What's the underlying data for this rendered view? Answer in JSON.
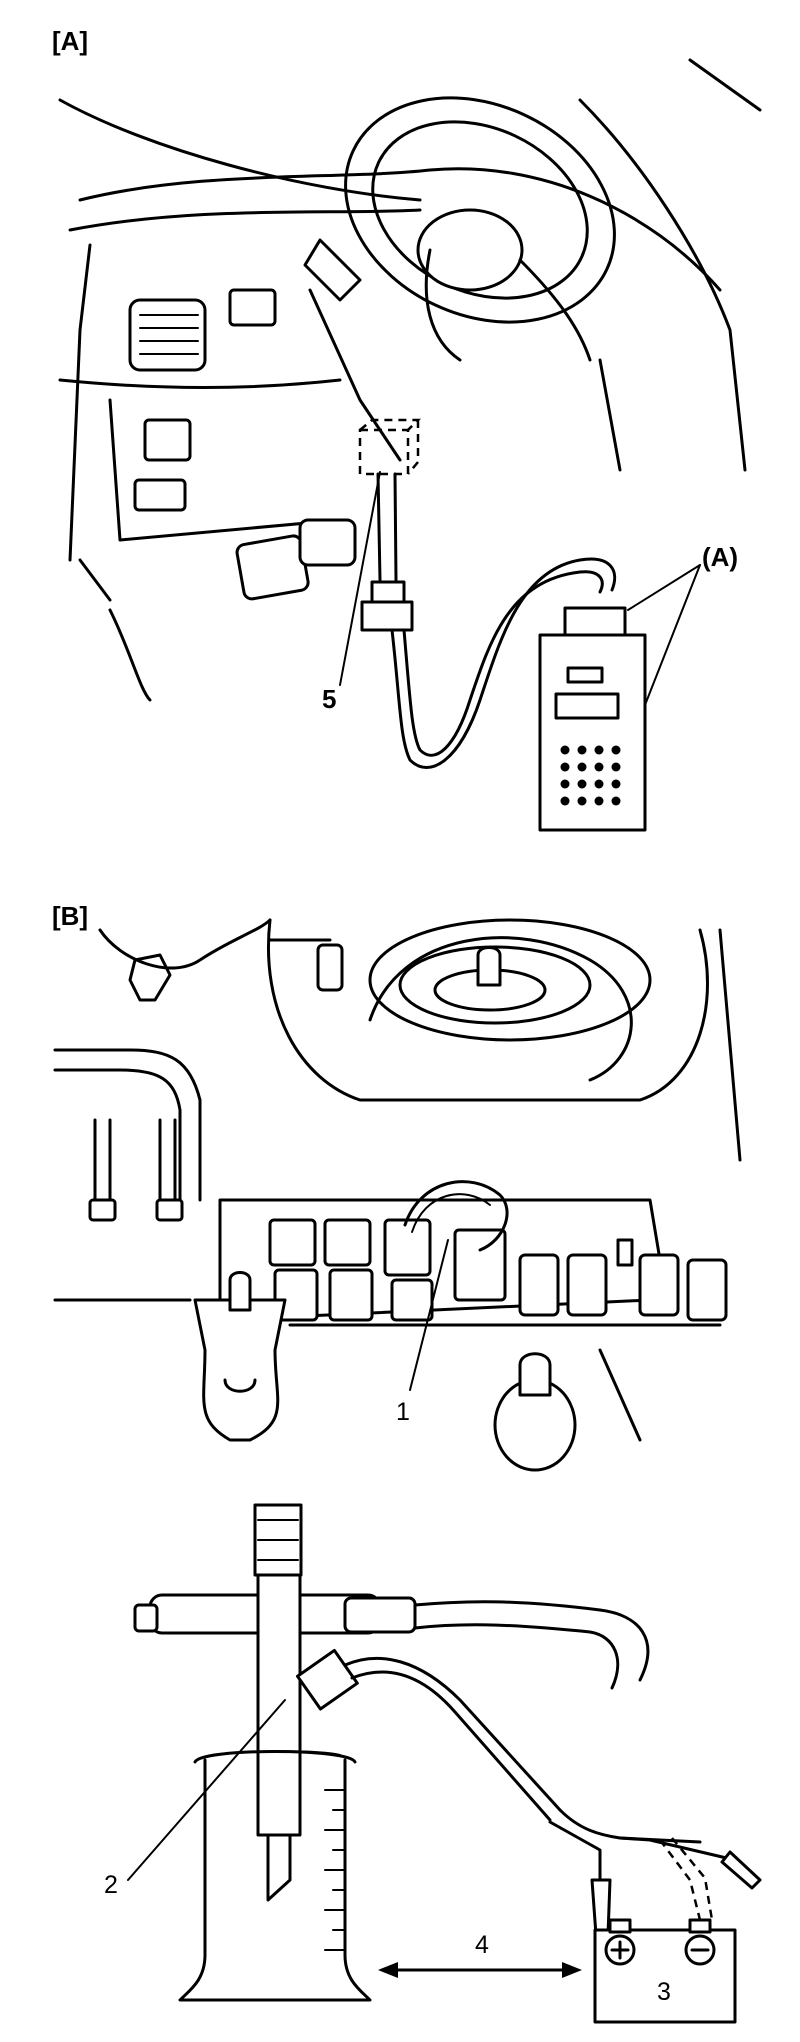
{
  "panel_a": {
    "label": "[A]",
    "callout_tool": "(A)",
    "callout_connector": "5"
  },
  "panel_b": {
    "label": "[B]",
    "callout_relay_wire": "1"
  },
  "panel_c": {
    "callout_injector": "2",
    "callout_battery": "3",
    "callout_distance": "4",
    "battery_plus_symbol": "+",
    "battery_minus_symbol": "−"
  }
}
